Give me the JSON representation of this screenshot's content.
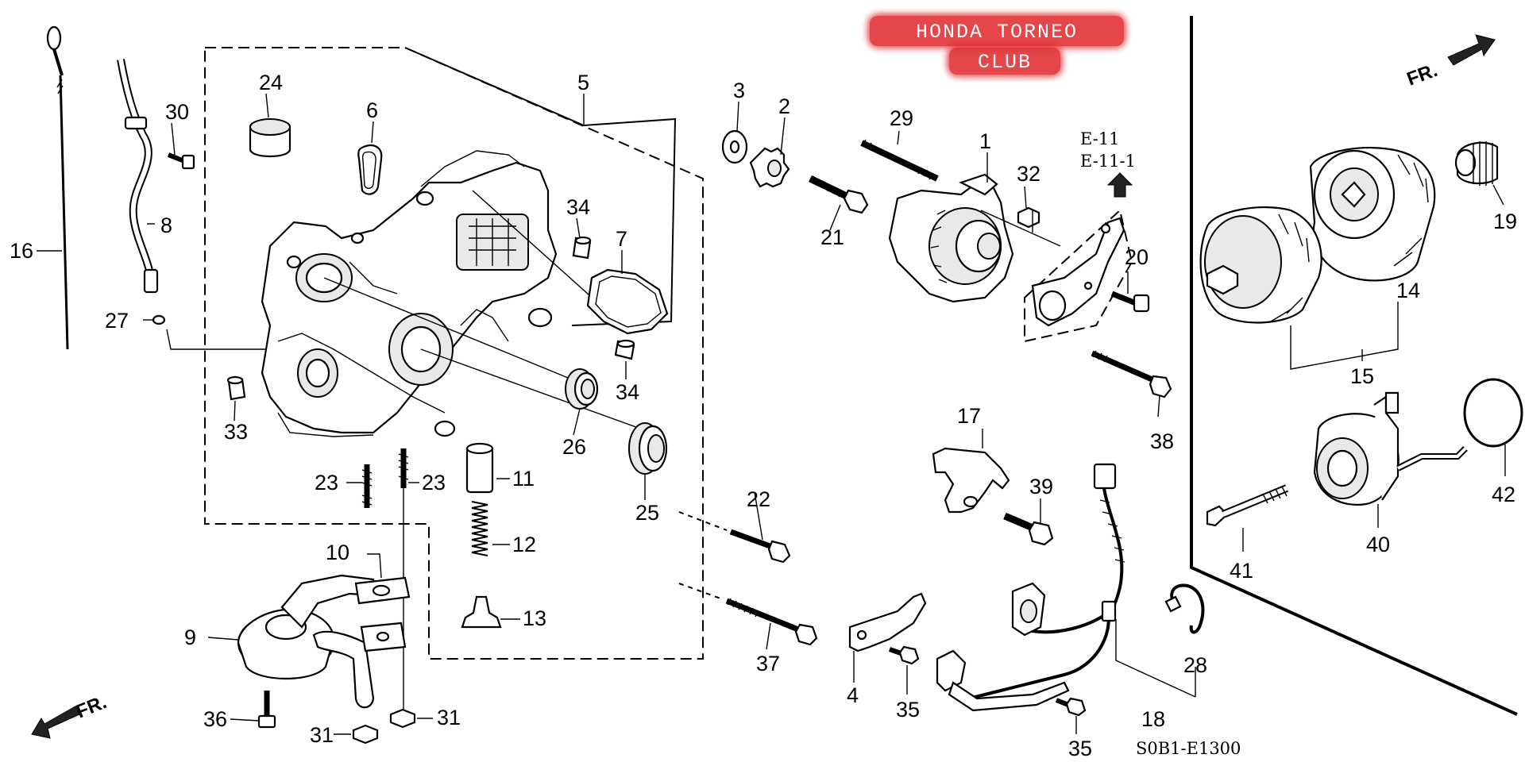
{
  "watermark": {
    "line1": "HONDA TORNEO",
    "line2": "CLUB",
    "glow_color": "#e0262c"
  },
  "references": {
    "line1": "E-11",
    "line2": "E-11-1"
  },
  "diagram_code": "S0B1-E1300",
  "direction_markers": {
    "top_right": "FR.",
    "bottom_left": "FR."
  },
  "callouts": {
    "c1": "1",
    "c2": "2",
    "c3": "3",
    "c4": "4",
    "c5": "5",
    "c6": "6",
    "c7": "7",
    "c8": "8",
    "c9": "9",
    "c10": "10",
    "c11": "11",
    "c12": "12",
    "c13": "13",
    "c14": "14",
    "c15": "15",
    "c16": "16",
    "c17": "17",
    "c18": "18",
    "c19": "19",
    "c20": "20",
    "c21": "21",
    "c22": "22",
    "c23a": "23",
    "c23b": "23",
    "c24": "24",
    "c25": "25",
    "c26": "26",
    "c27": "27",
    "c28": "28",
    "c29": "29",
    "c30": "30",
    "c31a": "31",
    "c31b": "31",
    "c32": "32",
    "c33": "33",
    "c34a": "34",
    "c34b": "34",
    "c35a": "35",
    "c35b": "35",
    "c36": "36",
    "c37": "37",
    "c38": "38",
    "c39": "39",
    "c40": "40",
    "c41": "41",
    "c42": "42"
  },
  "colors": {
    "line": "#000000",
    "background": "#ffffff"
  }
}
